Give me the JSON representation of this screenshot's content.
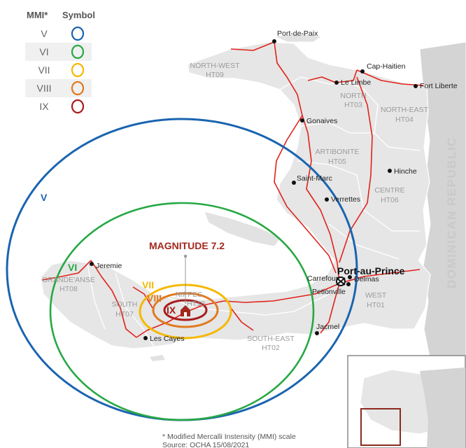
{
  "legend": {
    "header_mmi": "MMI*",
    "header_symbol": "Symbol",
    "rows": [
      {
        "level": "V",
        "color": "#1a64b0"
      },
      {
        "level": "VI",
        "color": "#27a844"
      },
      {
        "level": "VII",
        "color": "#f5b800"
      },
      {
        "level": "VIII",
        "color": "#e07a1f"
      },
      {
        "level": "IX",
        "color": "#a81c1c"
      }
    ]
  },
  "mmi_rings": {
    "V": {
      "label": "V",
      "color": "#1a64b0"
    },
    "VI": {
      "label": "VI",
      "color": "#27a844"
    },
    "VII": {
      "label": "VII",
      "color": "#f5b800"
    },
    "VIII": {
      "label": "VIII",
      "color": "#e07a1f"
    },
    "IX": {
      "label": "IX",
      "color": "#a81c1c"
    }
  },
  "epicenter": {
    "label": "MAGNITUDE 7.2",
    "color": "#a3281e",
    "icon": "house-icon"
  },
  "departments": {
    "north_west": {
      "name": "NORTH-WEST",
      "code": "HT09"
    },
    "north": {
      "name": "NORTH",
      "code": "HT03"
    },
    "north_east": {
      "name": "NORTH-EAST",
      "code": "HT04"
    },
    "artibonite": {
      "name": "ARTIBONITE",
      "code": "HT05"
    },
    "centre": {
      "name": "CENTRE",
      "code": "HT06"
    },
    "grande_anse": {
      "name": "GRANDE'ANSE",
      "code": "HT08"
    },
    "nippes": {
      "name": "NIPPES",
      "code": "HT10"
    },
    "south": {
      "name": "SOUTH",
      "code": "HT07"
    },
    "south_east": {
      "name": "SOUTH-EAST",
      "code": "HT02"
    },
    "west": {
      "name": "WEST",
      "code": "HT01"
    }
  },
  "cities": {
    "port_de_paix": "Port-de-Paix",
    "cap_haitien": "Cap-Haitien",
    "le_limbe": "Le Limbe",
    "fort_liberte": "Fort Liberte",
    "gonaives": "Gonaives",
    "hinche": "Hinche",
    "saint_marc": "Saint-Marc",
    "verrettes": "Verrettes",
    "jeremie": "Jeremie",
    "port_au_prince": "Port-au-Prince",
    "carrefour": "Carrefour",
    "delmas": "Delmas",
    "petionville": "Petionville",
    "les_cayes": "Les Cayes",
    "jacmel": "Jacmel"
  },
  "country_label": "DOMINICAN REPUBLIC",
  "footnote": {
    "line1": "* Modified Mercalli Instensity (MMI) scale",
    "line2": "Source: OCHA 15/08/2021"
  },
  "colors": {
    "land": "#e6e6e6",
    "road": "#e0231b",
    "inset_box": "#8b2a1c"
  }
}
